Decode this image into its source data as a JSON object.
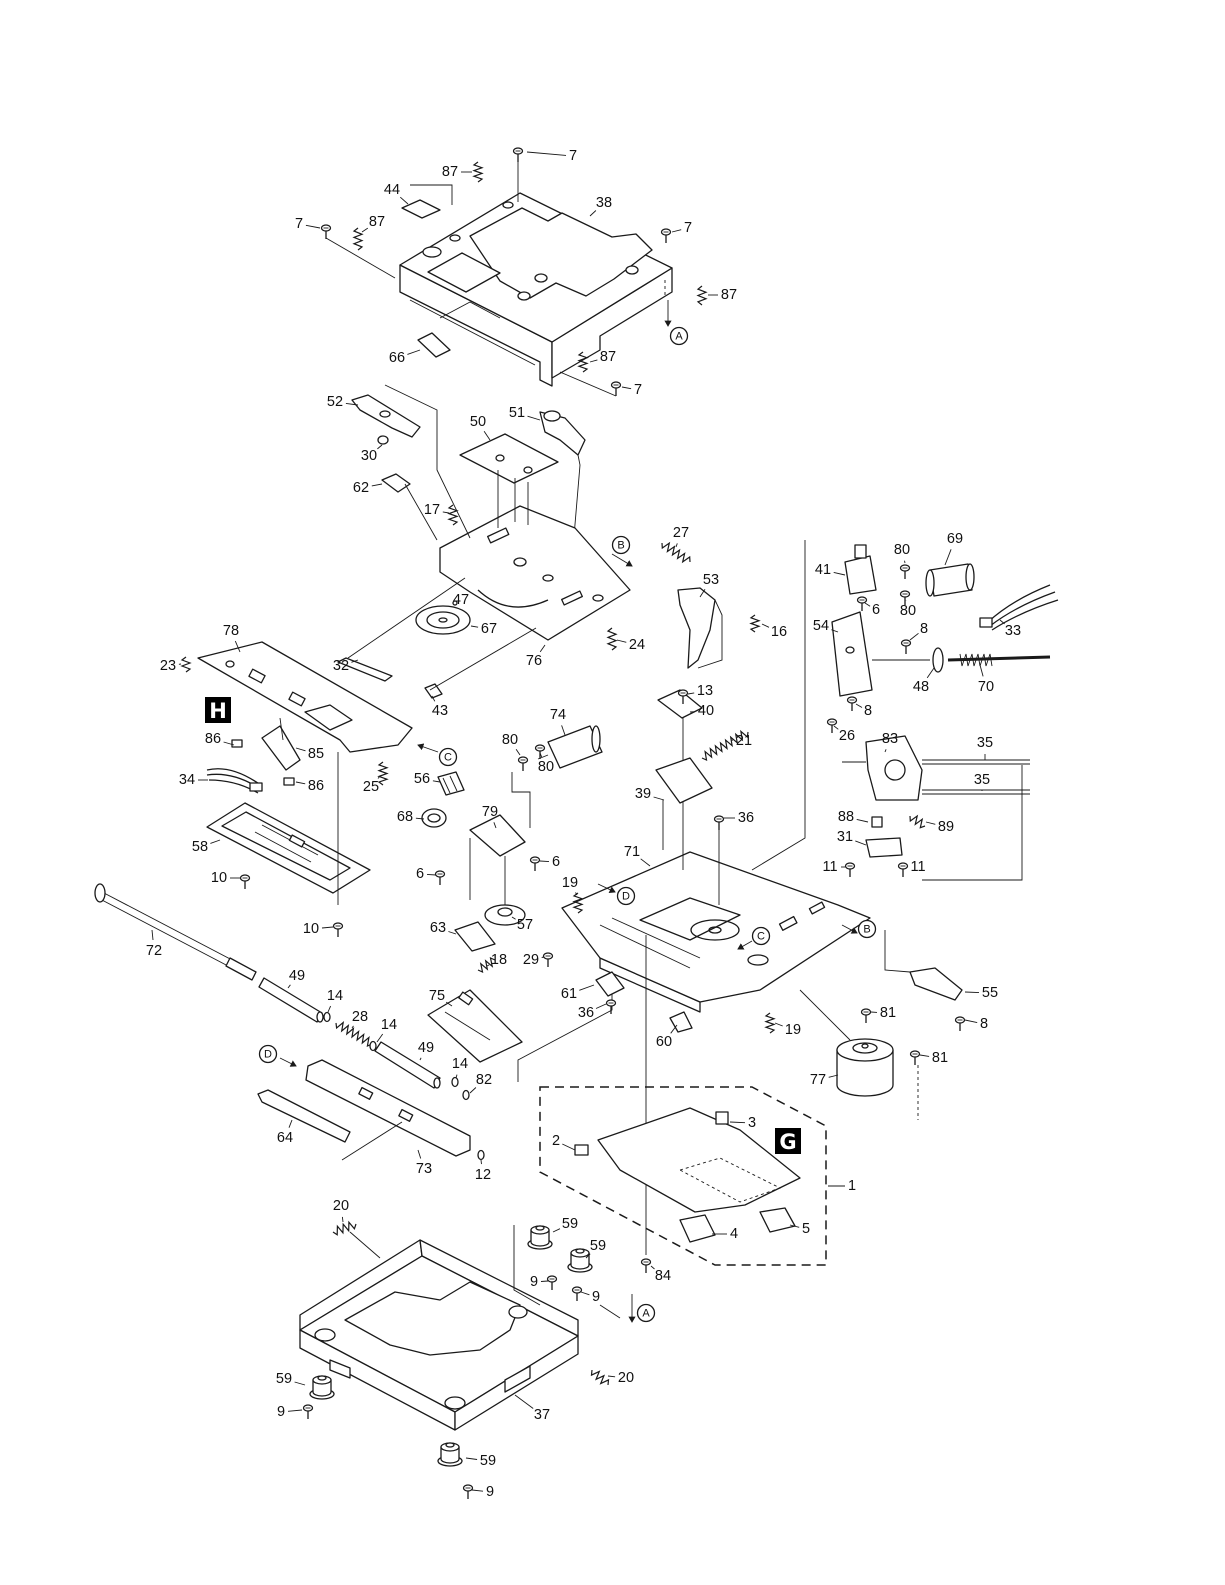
{
  "colors": {
    "ink": "#1a1a1a",
    "paper": "#ffffff",
    "box_fill": "#000000"
  },
  "callouts": [
    "7",
    "87",
    "44",
    "38",
    "7",
    "87",
    "7",
    "87",
    "66",
    "87",
    "7",
    "52",
    "51",
    "50",
    "30",
    "62",
    "17",
    "27",
    "53",
    "47",
    "67",
    "16",
    "24",
    "32",
    "76",
    "43",
    "78",
    "23",
    "80",
    "69",
    "41",
    "6",
    "80",
    "33",
    "54",
    "8",
    "48",
    "70",
    "8",
    "26",
    "83",
    "35",
    "35",
    "88",
    "89",
    "31",
    "11",
    "11",
    "86",
    "85",
    "34",
    "86",
    "25",
    "74",
    "80",
    "80",
    "13",
    "40",
    "21",
    "56",
    "39",
    "36",
    "68",
    "79",
    "58",
    "6",
    "6",
    "71",
    "10",
    "19",
    "72",
    "10",
    "63",
    "57",
    "29",
    "18",
    "49",
    "55",
    "61",
    "75",
    "14",
    "28",
    "14",
    "36",
    "81",
    "8",
    "19",
    "60",
    "49",
    "14",
    "82",
    "81",
    "77",
    "3",
    "2",
    "64",
    "73",
    "12",
    "1",
    "20",
    "59",
    "59",
    "4",
    "5",
    "9",
    "84",
    "9",
    "20",
    "59",
    "9",
    "37",
    "59",
    "9"
  ],
  "circled_refs": [
    "A",
    "B",
    "C",
    "D",
    "C",
    "B",
    "D",
    "A"
  ],
  "boxed_refs": [
    "H",
    "G"
  ]
}
